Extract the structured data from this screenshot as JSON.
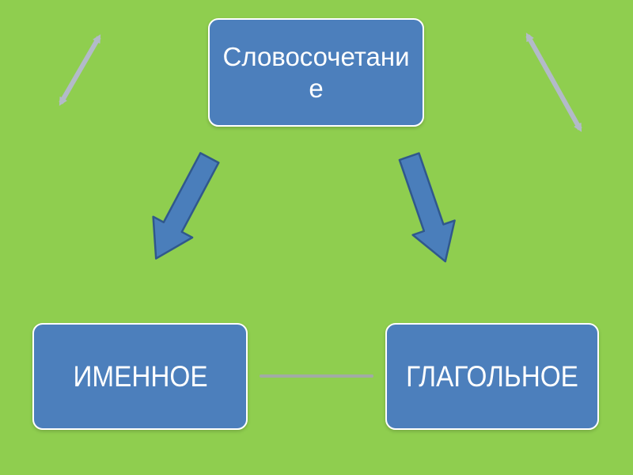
{
  "slide": {
    "background_color": "#8FCE4F",
    "text_color": "#FFFFFF"
  },
  "nodes": {
    "top": {
      "label": "Словосочетание",
      "wrapped_lines": [
        "Словосочетани",
        "е"
      ],
      "fill": "#4C7FBC",
      "border_color": "#FFFFFF"
    },
    "left": {
      "label": "ИМЕННОЕ",
      "fill": "#4C7FBC",
      "border_color": "#FFFFFF"
    },
    "right": {
      "label": "ГЛАГОЛЬНОЕ",
      "fill": "#4C7FBC",
      "border_color": "#FFFFFF"
    }
  },
  "connectors": {
    "block_arrow_fill": "#4A7EBB",
    "block_arrow_stroke": "#30588C",
    "corner_line_color": "#B3BAC9",
    "middle_line_color": "#A2ABA4"
  }
}
